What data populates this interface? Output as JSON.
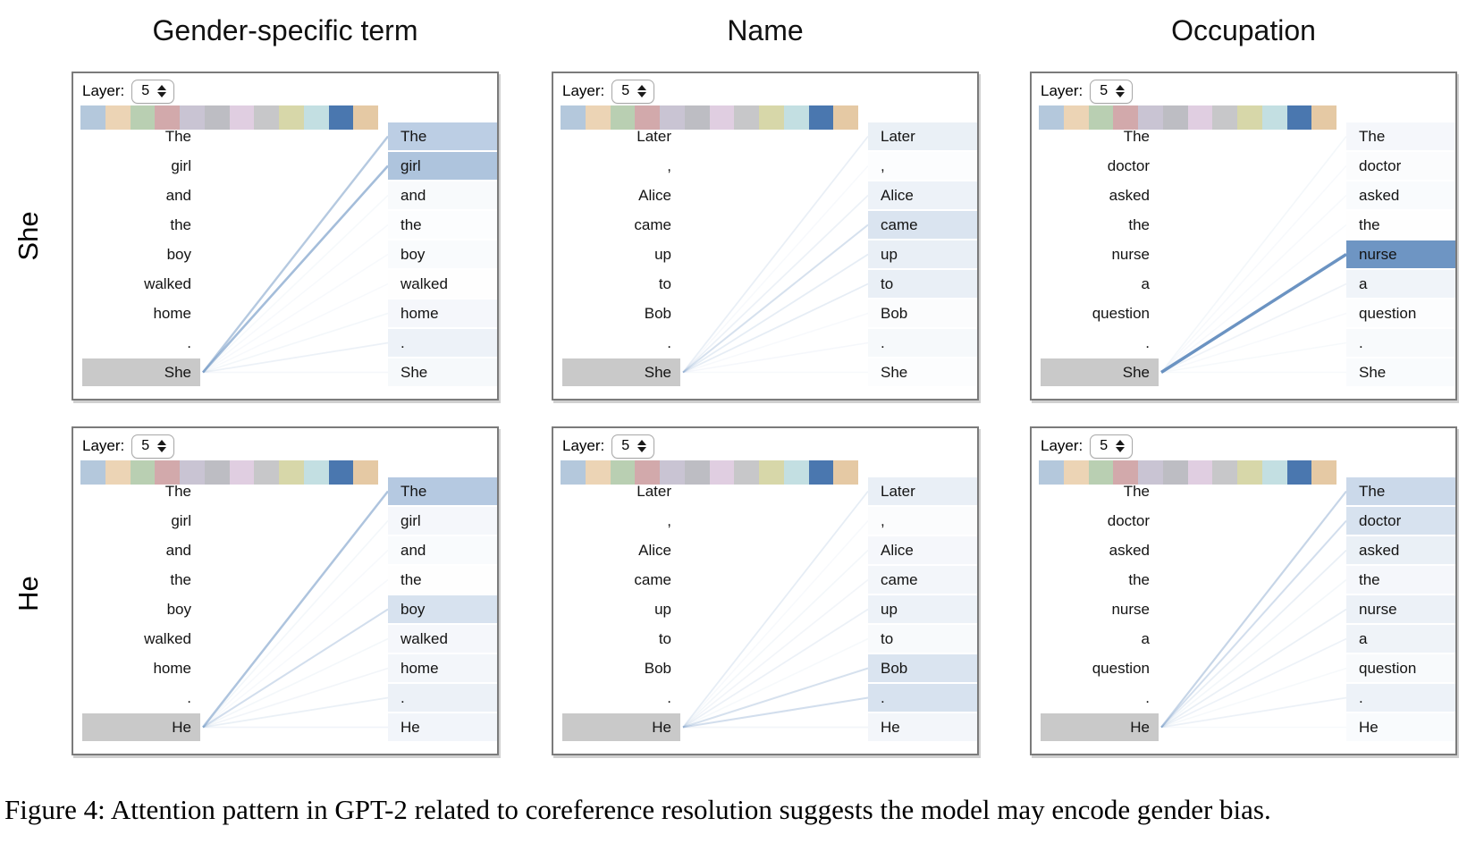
{
  "figure": {
    "caption": "Figure 4: Attention pattern in GPT-2 related to coreference resolution suggests the model may encode gender bias."
  },
  "columns": [
    "Gender-specific term",
    "Name",
    "Occupation"
  ],
  "rows": [
    "She",
    "He"
  ],
  "layer_control": {
    "label": "Layer:",
    "value": "5"
  },
  "palette": [
    "#b4c8dc",
    "#ecd4b5",
    "#b9cfb2",
    "#d2a9ab",
    "#c9c4d3",
    "#bdbdc3",
    "#e0cee1",
    "#c7c7c9",
    "#d7d7a9",
    "#c3dfe2",
    "#4a77af",
    "#e5c9a4"
  ],
  "selected_head_index": 10,
  "colors": {
    "attention_base": "#6b93c2",
    "selected_token_bg": "#c9c9c9",
    "panel_border": "#7b7b7b",
    "token_text": "#131313"
  },
  "panels": [
    {
      "row": "She",
      "column": "Gender-specific term",
      "tokens": [
        "The",
        "girl",
        "and",
        "the",
        "boy",
        "walked",
        "home",
        ".",
        "She"
      ],
      "selected_index": 8,
      "weights": [
        0.45,
        0.55,
        0.05,
        0.02,
        0.04,
        0.01,
        0.07,
        0.12,
        0.06
      ]
    },
    {
      "row": "She",
      "column": "Name",
      "tokens": [
        "Later",
        ",",
        "Alice",
        "came",
        "up",
        "to",
        "Bob",
        ".",
        "She"
      ],
      "selected_index": 8,
      "weights": [
        0.14,
        0.02,
        0.12,
        0.25,
        0.15,
        0.15,
        0.03,
        0.06,
        0.02
      ]
    },
    {
      "row": "She",
      "column": "Occupation",
      "tokens": [
        "The",
        "doctor",
        "asked",
        "the",
        "nurse",
        "a",
        "question",
        ".",
        "She"
      ],
      "selected_index": 8,
      "weights": [
        0.07,
        0.03,
        0.04,
        0.01,
        0.98,
        0.1,
        0.02,
        0.05,
        0.04
      ]
    },
    {
      "row": "He",
      "column": "Gender-specific term",
      "tokens": [
        "The",
        "girl",
        "and",
        "the",
        "boy",
        "walked",
        "home",
        ".",
        "He"
      ],
      "selected_index": 8,
      "weights": [
        0.5,
        0.07,
        0.04,
        0.01,
        0.27,
        0.07,
        0.08,
        0.13,
        0.09
      ]
    },
    {
      "row": "He",
      "column": "Name",
      "tokens": [
        "Later",
        ",",
        "Alice",
        "came",
        "up",
        "to",
        "Bob",
        ".",
        "He"
      ],
      "selected_index": 8,
      "weights": [
        0.15,
        0.03,
        0.07,
        0.08,
        0.12,
        0.05,
        0.25,
        0.27,
        0.08
      ]
    },
    {
      "row": "He",
      "column": "Occupation",
      "tokens": [
        "The",
        "doctor",
        "asked",
        "the",
        "nurse",
        "a",
        "question",
        ".",
        "He"
      ],
      "selected_index": 8,
      "weights": [
        0.35,
        0.27,
        0.14,
        0.07,
        0.13,
        0.11,
        0.05,
        0.12,
        0.04
      ]
    }
  ]
}
